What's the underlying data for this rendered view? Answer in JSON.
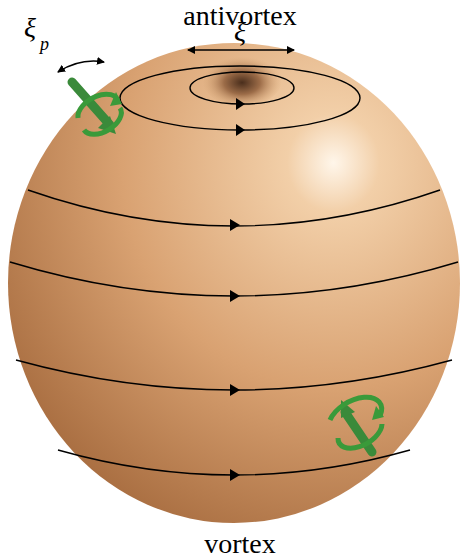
{
  "diagram": {
    "labels": [
      "antivortex",
      "ξ",
      "p",
      "ξ",
      "vortex"
    ]
  }
}
